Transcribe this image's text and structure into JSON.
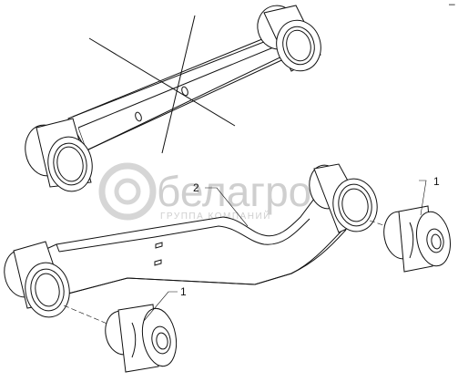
{
  "watermark": {
    "brand": "белагро",
    "subtitle": "ГРУППА КОМПАНИЙ"
  },
  "callouts": {
    "link_label": "2",
    "bushing_right_label": "1",
    "bushing_bottom_label": "1"
  },
  "corner_mark": "–"
}
